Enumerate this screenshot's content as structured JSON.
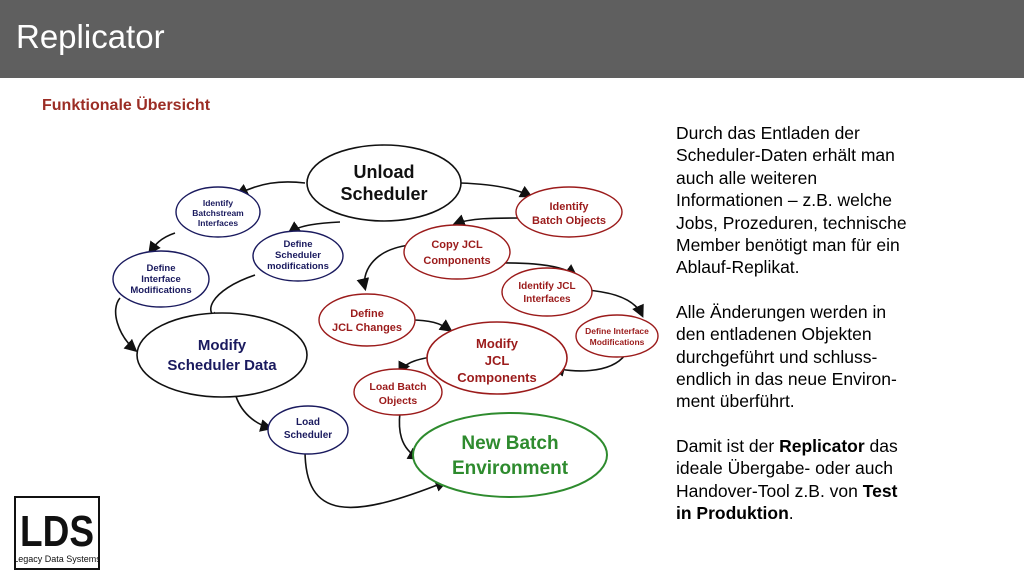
{
  "header": {
    "title": "Replicator"
  },
  "subtitle": "Funktionale Übersicht",
  "colors": {
    "header_bg": "#5f5f5f",
    "subtitle": "#9b2d25",
    "navy": "#1a1a5e",
    "dark": "#111111",
    "red": "#9b1b1b",
    "green": "#2e8b2e"
  },
  "diagram": {
    "nodes": {
      "unload_scheduler": [
        "Unload",
        "Scheduler"
      ],
      "identify_batchstream": [
        "Identify",
        "Batchstream",
        "Interfaces"
      ],
      "identify_batch_objects": [
        "Identify",
        "Batch Objects"
      ],
      "define_scheduler_mod": [
        "Define",
        "Scheduler",
        "modifications"
      ],
      "copy_jcl": [
        "Copy JCL",
        "Components"
      ],
      "define_interface_mod_left": [
        "Define",
        "Interface",
        "Modifications"
      ],
      "identify_jcl_interfaces": [
        "Identify JCL",
        "Interfaces"
      ],
      "define_jcl_changes": [
        "Define",
        "JCL Changes"
      ],
      "define_interface_mod_right": [
        "Define Interface",
        "Modifications"
      ],
      "modify_scheduler_data": [
        "Modify",
        "Scheduler Data"
      ],
      "modify_jcl": [
        "Modify",
        "JCL",
        "Components"
      ],
      "load_batch_objects": [
        "Load Batch",
        "Objects"
      ],
      "load_scheduler": [
        "Load",
        "Scheduler"
      ],
      "new_batch_env": [
        "New Batch",
        "Environment"
      ]
    }
  },
  "side_text": {
    "p1": "Durch das Entladen der\nScheduler-Daten erhält man\nauch alle weiteren\nInformationen – z.B. welche\nJobs, Prozeduren, technische\nMember benötigt man für ein\nAblauf-Replikat.",
    "p2": "Alle Änderungen werden in\nden entladenen Objekten\ndurchgeführt und schluss-\nendlich in das neue Environ-\nment überführt.",
    "p3_a": "Damit ist der ",
    "p3_b": "Replicator",
    "p3_c": " das\nideale Übergabe- oder auch\nHandover-Tool z.B. von ",
    "p3_d": "Test\nin  Produktion",
    "p3_e": "."
  },
  "logo": {
    "text": "LDS",
    "subtext": "Legacy Data Systems"
  }
}
